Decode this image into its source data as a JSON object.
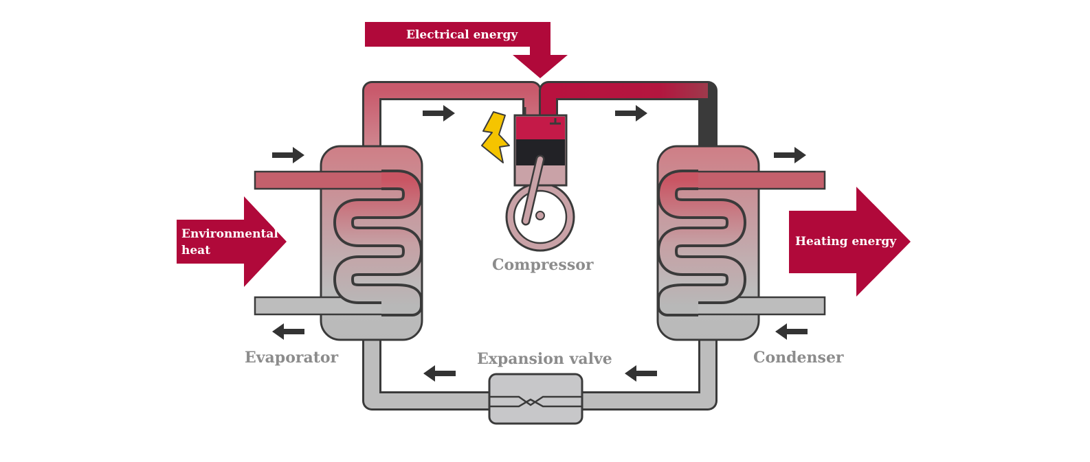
{
  "labels": {
    "electrical_energy": "Electrical energy",
    "environmental_heat_line1": "Environmental",
    "environmental_heat_line2": "heat",
    "heating_energy": "Heating energy",
    "compressor": "Compressor",
    "evaporator": "Evaporator",
    "condenser": "Condenser",
    "expansion_valve": "Expansion valve"
  },
  "colors": {
    "energy_arrow": "#b0093a",
    "hot_refrigerant": "#c9566a",
    "cold_refrigerant": "#bdbdbd",
    "outline": "#3a3a3a",
    "flow_arrow": "#333333",
    "lightning": "#f5c400",
    "label_gray": "#8c8c8c"
  },
  "icons": {
    "lightning": "lightning-bolt-icon",
    "flow": "flow-arrow-icon"
  }
}
